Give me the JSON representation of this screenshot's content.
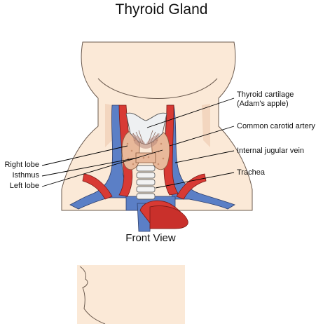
{
  "title": "Thyroid Gland",
  "caption": "Front View",
  "labels": {
    "thyroid_cartilage_line1": "Thyroid cartilage",
    "thyroid_cartilage_line2": "(Adam's apple)",
    "common_carotid": "Common carotid artery",
    "internal_jugular": "Internal jugular vein",
    "trachea": "Trachea",
    "right_lobe": "Right lobe",
    "isthmus": "Isthmus",
    "left_lobe": "Left lobe"
  },
  "colors": {
    "skin": "#fbe9d7",
    "vein": "#5b7fc6",
    "artery": "#d83a34",
    "thyroid": "#e8b89a",
    "cartilage": "#eef0f2",
    "leader_line": "#000000"
  }
}
